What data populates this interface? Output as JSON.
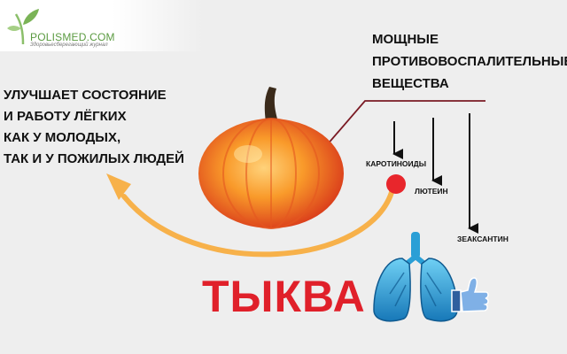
{
  "logo": {
    "name": "POLISMED.COM",
    "slogan": "Здоровьесберегающий журнал",
    "icon": "sprout-icon",
    "color": "#5a9a40"
  },
  "left_text": "УЛУЧШАЕТ СОСТОЯНИЕ\nИ РАБОТУ ЛЁГКИХ\nКАК У МОЛОДЫХ,\nТАК И У ПОЖИЛЫХ ЛЮДЕЙ",
  "right_text": "МОЩНЫЕ\nПРОТИВОВОСПАЛИТЕЛЬНЫЕ\nВЕЩЕСТВА",
  "substances": [
    "КАРОТИНОИДЫ",
    "ЛЮТЕИН",
    "ЗЕАКСАНТИН"
  ],
  "title": "ТЫКВА",
  "icons": {
    "pumpkin": "pumpkin-icon",
    "lungs": "lungs-icon",
    "thumbs_up": "thumbs-up-icon",
    "arrow": "curved-arrow-icon"
  },
  "colors": {
    "title": "#e0202a",
    "arrow": "#f7b14a",
    "dot": "#e8262c",
    "lungs": "#2a9fd6"
  }
}
